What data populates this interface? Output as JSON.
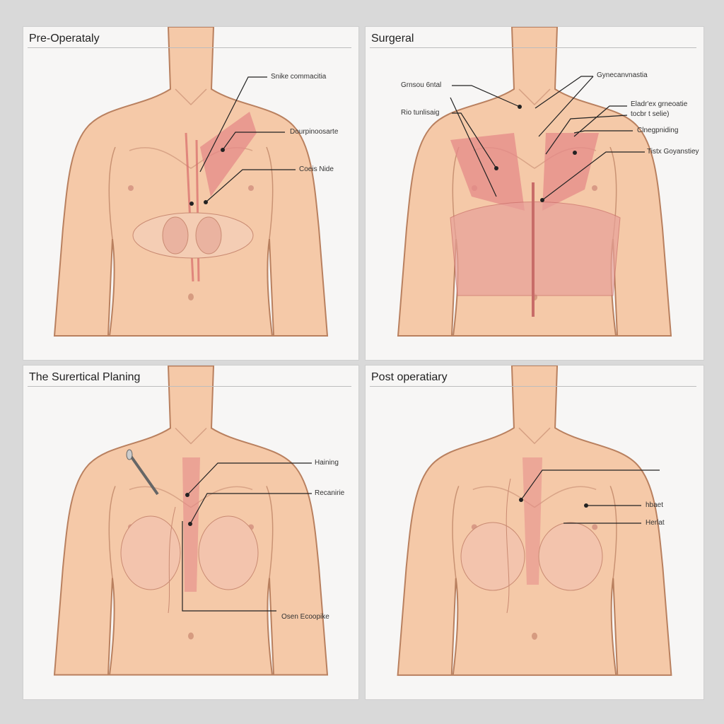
{
  "panels": [
    {
      "title": "Pre-Operataly",
      "labels": [
        "Snike commacitia",
        "Dourpinoosarte",
        "Coeis Nide"
      ]
    },
    {
      "title": "Surgeral",
      "labels": [
        "Gynecanvnastia",
        "Grnsou 6ntal",
        "Rio tunlisaig",
        "Eladr'ex grneoatie",
        "tocbr t selie)",
        "Clnegpniding",
        "Tistx Goyanstiey"
      ]
    },
    {
      "title": "The Surertical Planing",
      "labels": [
        "Haining",
        "Recanirie",
        "Osen Ecoopike"
      ]
    },
    {
      "title": "Post operatiary",
      "labels": [
        "hbaet",
        "Herlat"
      ]
    }
  ],
  "colors": {
    "skin": "#f5c9a8",
    "outline": "#b9805f",
    "muscle": "#e48a88",
    "line": "#222222"
  }
}
